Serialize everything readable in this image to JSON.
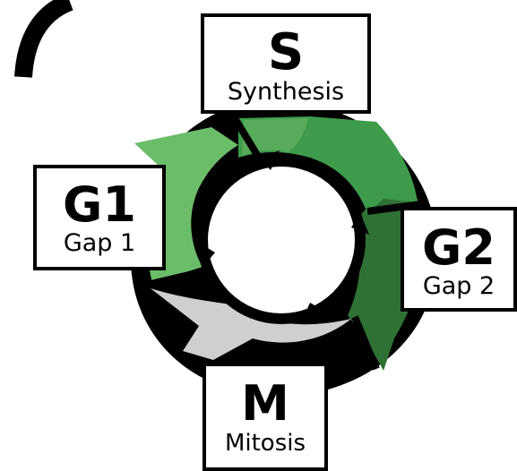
{
  "phases": [
    {
      "id": "s",
      "code": "S",
      "name": "Synthesis",
      "color": "#3d9b4b"
    },
    {
      "id": "g2",
      "code": "G2",
      "name": "Gap 2",
      "color": "#2f7135"
    },
    {
      "id": "m",
      "code": "M",
      "name": "Mitosis",
      "color": "#cfcfcf"
    },
    {
      "id": "g1",
      "code": "G1",
      "name": "Gap 1",
      "color": "#6cbd6a"
    }
  ],
  "colors": {
    "outline": "#000000",
    "center": "#ffffff",
    "s_light": "#58ab5b",
    "s_dark": "#2f8f41"
  }
}
